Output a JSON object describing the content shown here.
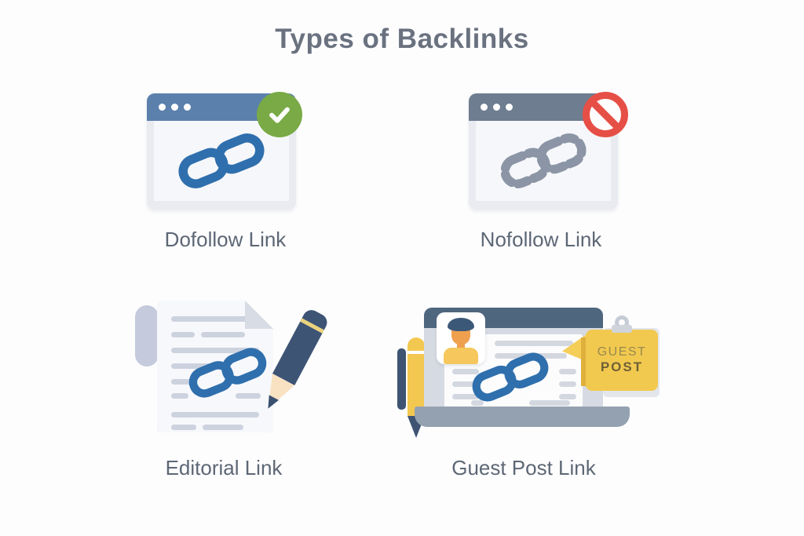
{
  "title": "Types of Backlinks",
  "items": [
    {
      "label": "Dofollow Link",
      "icon": "browser-window-with-link-and-green-check"
    },
    {
      "label": "Nofollow Link",
      "icon": "browser-window-with-broken-link-and-blocked-sign"
    },
    {
      "label": "Editorial Link",
      "icon": "document-with-link-and-pencil"
    },
    {
      "label": "Guest Post Link",
      "icon": "laptop-with-profile-link-pen-and-guest-post-badge"
    }
  ],
  "guest_post_badge": {
    "line1": "GUEST",
    "line2": "POST"
  },
  "colors": {
    "title_text": "#6a7280",
    "label_text": "#5d6775",
    "link_blue": "#2f6fad",
    "broken_link_gray": "#8b95a5",
    "dofollow_browser_bar": "#5b80ac",
    "nofollow_browser_bar": "#6e7d90",
    "check_green": "#79aa46",
    "blocked_red": "#e64f46",
    "badge_yellow": "#f2c94f",
    "navy": "#3e5472"
  }
}
